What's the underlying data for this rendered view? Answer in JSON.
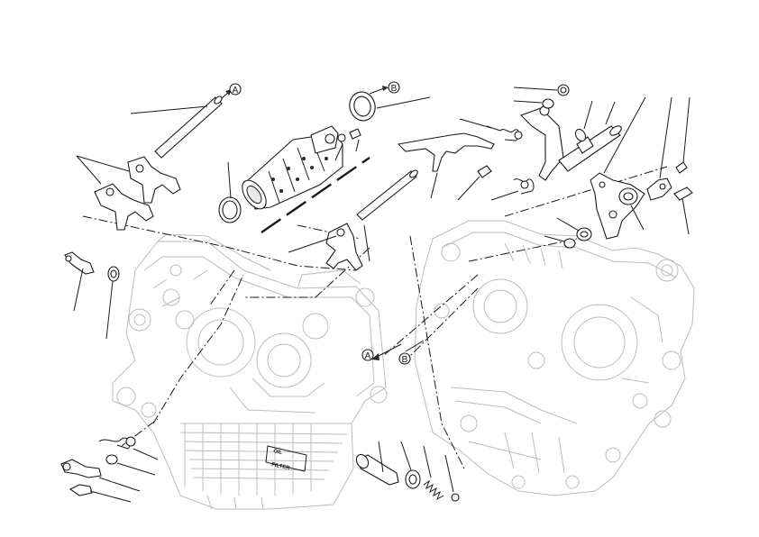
{
  "diagram": {
    "callouts": {
      "a": "A",
      "b": "B"
    },
    "case_text": {
      "line1": "OIL",
      "line2": "FILTER"
    }
  }
}
